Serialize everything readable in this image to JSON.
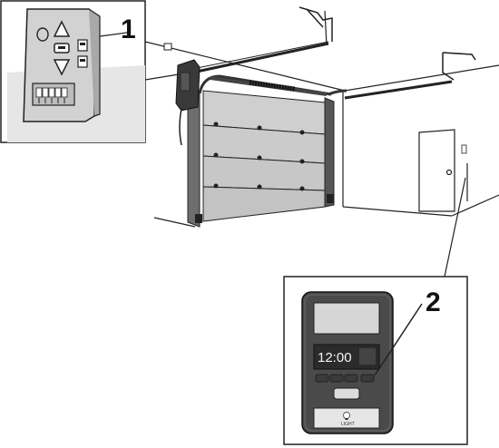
{
  "callouts": [
    {
      "number": "1"
    },
    {
      "number": "2"
    }
  ],
  "wall_control": {
    "time_display": "12:00",
    "light_label": "LIGHT"
  },
  "colors": {
    "line": "#222222",
    "panel_fill": "#d9d9d9",
    "door_panel": "#c8c8c8",
    "opener_body": "#3a3a3a",
    "control_body": "#4a4a4a",
    "lcd": "#2b2b2b"
  },
  "icons": [
    "up-arrow-icon",
    "down-arrow-icon",
    "lightbulb-icon"
  ]
}
